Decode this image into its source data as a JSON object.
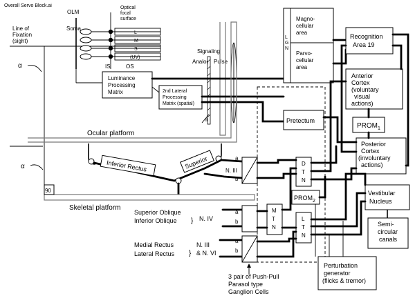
{
  "file_label": "Overall Servo Block.ai",
  "eye": {
    "line_of_fixation": [
      "Line of",
      "Fixation",
      "(sight)"
    ],
    "olm": "OLM",
    "soma": "Soma",
    "optical_focal_surface": [
      "Optical",
      "focal",
      "surface"
    ],
    "receptor_labels": [
      "L",
      "M",
      "S",
      "(UV)"
    ],
    "is": "IS",
    "os": "OS",
    "alpha": "α"
  },
  "signals": {
    "signaling": "Signaling",
    "analog": "Analog",
    "pulse": "Pulse",
    "n": "n"
  },
  "boxes": {
    "luminance": [
      "Luminance",
      "Processing",
      "Matrix"
    ],
    "lateral": [
      "2nd Lateral",
      "Processing",
      "Matrix (spatial)"
    ],
    "lgn_magno": [
      "Magno-",
      "cellular",
      "area"
    ],
    "lgn_parvo": [
      "Parvo-",
      "cellular",
      "area"
    ],
    "lgn_label": [
      "L",
      "G",
      "N"
    ],
    "recognition": [
      "Recognition",
      "Area 19"
    ],
    "anterior": [
      "Anterior",
      "Cortex",
      "(voluntary",
      "visual",
      "actions)"
    ],
    "prom1": "PROM",
    "prom1_sub": "1",
    "prom2": "PROM",
    "prom2_sub": "2",
    "posterior": [
      "Posterior",
      "Cortex",
      "(involuntary",
      "actions)"
    ],
    "pretectum": "Pretectum",
    "vestibular": [
      "Vestibular",
      "Nucleus"
    ],
    "semicircular": [
      "Semi-",
      "circular",
      "canals"
    ],
    "perturbation": [
      "Perturbation",
      "generator",
      "(flicks & tremor)"
    ],
    "dtn": [
      "D",
      "T",
      "N"
    ],
    "mtn": [
      "M",
      "T",
      "N"
    ],
    "ltn": [
      "L",
      "T",
      "N"
    ]
  },
  "platforms": {
    "ocular": "Ocular platform",
    "skeletal": "Skeletal platform",
    "angle": "90"
  },
  "muscles": {
    "inferior_rectus": "Inferior Rectus",
    "superior": "Superior",
    "n3": "N. III",
    "superior_oblique": "Superior Oblique",
    "inferior_oblique": "Inferior Oblique",
    "n4": "N. IV",
    "medial_rectus": "Medial Rectus",
    "lateral_rectus": "Lateral Rectus",
    "n3_n6": [
      "N. III",
      "& N. VI"
    ]
  },
  "ab": {
    "a": "a",
    "b": "b"
  },
  "ganglion": [
    "3 pair of Push-Pull",
    "Parasol type",
    "Ganglion Cells"
  ]
}
